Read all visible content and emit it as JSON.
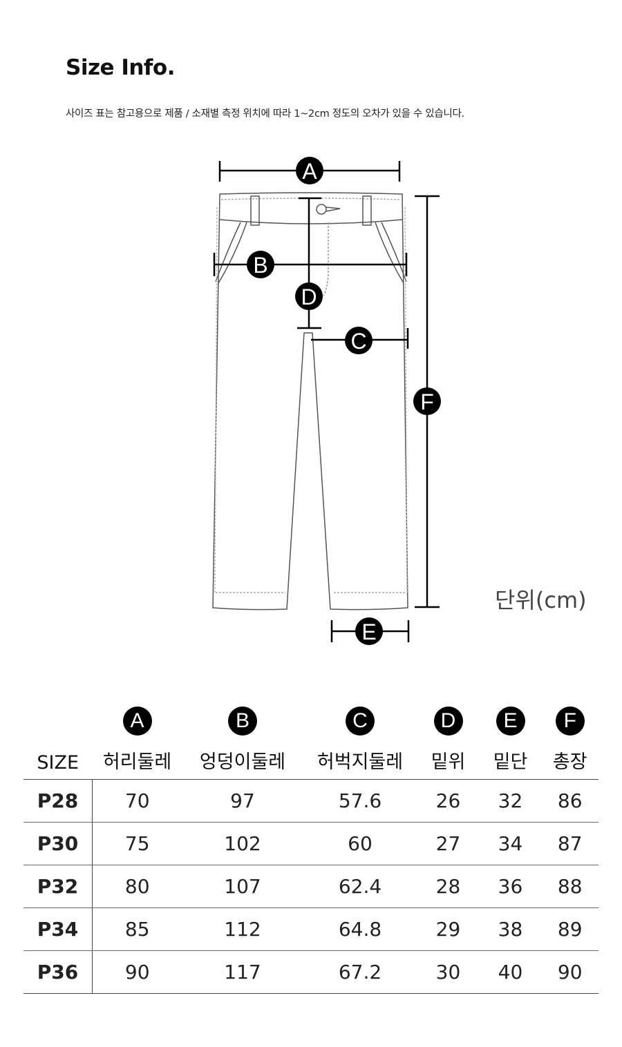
{
  "title": "Size Info.",
  "note": "사이즈 표는 참고용으로 제품 / 소재별 측정 위치에 따라 1~2cm 정도의 오차가 있을 수 있습니다.",
  "diagram": {
    "markers": {
      "A": "A",
      "B": "B",
      "C": "C",
      "D": "D",
      "E": "E",
      "F": "F"
    },
    "unit": "단위(cm)"
  },
  "table": {
    "markers": [
      "A",
      "B",
      "C",
      "D",
      "E",
      "F"
    ],
    "headers": [
      "SIZE",
      "허리둘레",
      "엉덩이둘레",
      "허벅지둘레",
      "밑위",
      "밑단",
      "총장"
    ],
    "rows": [
      [
        "P28",
        "70",
        "97",
        "57.6",
        "26",
        "32",
        "86"
      ],
      [
        "P30",
        "75",
        "102",
        "60",
        "27",
        "34",
        "87"
      ],
      [
        "P32",
        "80",
        "107",
        "62.4",
        "28",
        "36",
        "88"
      ],
      [
        "P34",
        "85",
        "112",
        "64.8",
        "29",
        "38",
        "89"
      ],
      [
        "P36",
        "90",
        "117",
        "67.2",
        "30",
        "40",
        "90"
      ]
    ]
  }
}
